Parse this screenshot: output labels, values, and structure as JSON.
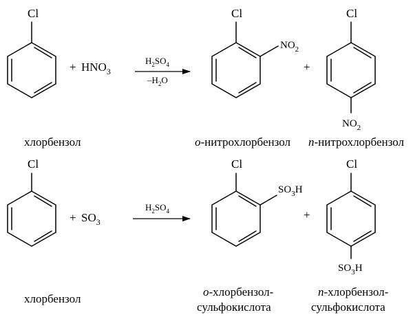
{
  "reaction1": {
    "reactant": {
      "substituent": "Cl",
      "name": "хлорбензол"
    },
    "reagent": {
      "plus": "+",
      "formula": [
        [
          "HNO",
          ""
        ],
        [
          "3",
          "sub"
        ]
      ]
    },
    "arrow": {
      "above": [
        [
          "H",
          ""
        ],
        [
          "2",
          "sub"
        ],
        [
          "SO",
          ""
        ],
        [
          "4",
          "sub"
        ]
      ],
      "below": [
        [
          "–H",
          ""
        ],
        [
          "2",
          "sub"
        ],
        [
          "O",
          ""
        ]
      ]
    },
    "product_ortho": {
      "substituents": [
        "Cl",
        [
          [
            "NO",
            ""
          ],
          [
            "2",
            "sub"
          ]
        ]
      ],
      "name": [
        [
          "о",
          "i"
        ],
        [
          "-нитрохлорбензол",
          ""
        ]
      ]
    },
    "plus_between": "+",
    "product_para": {
      "substituents": [
        "Cl",
        [
          [
            "NO",
            ""
          ],
          [
            "2",
            "sub"
          ]
        ]
      ],
      "name": [
        [
          "п",
          "i"
        ],
        [
          "-нитрохлорбензол",
          ""
        ]
      ]
    }
  },
  "reaction2": {
    "reactant": {
      "substituent": "Cl",
      "name": "хлорбензол"
    },
    "reagent": {
      "plus": "+",
      "formula": [
        [
          "SO",
          ""
        ],
        [
          "3",
          "sub"
        ]
      ]
    },
    "arrow": {
      "above": [
        [
          "H",
          ""
        ],
        [
          "2",
          "sub"
        ],
        [
          "SO",
          ""
        ],
        [
          "4",
          "sub"
        ]
      ]
    },
    "product_ortho": {
      "substituents": [
        "Cl",
        [
          [
            "SO",
            ""
          ],
          [
            "3",
            "sub"
          ],
          [
            "H",
            ""
          ]
        ]
      ],
      "name_lines": [
        [
          [
            "о",
            "i"
          ],
          [
            "-хлорбензол-",
            ""
          ]
        ],
        [
          [
            "сульфокислота",
            ""
          ]
        ]
      ]
    },
    "plus_between": "+",
    "product_para": {
      "substituents": [
        "Cl",
        [
          [
            "SO",
            ""
          ],
          [
            "3",
            "sub"
          ],
          [
            "H",
            ""
          ]
        ]
      ],
      "name_lines": [
        [
          [
            "п",
            "i"
          ],
          [
            "-хлорбензол-",
            ""
          ]
        ],
        [
          [
            "сульфокислота",
            ""
          ]
        ]
      ]
    }
  }
}
